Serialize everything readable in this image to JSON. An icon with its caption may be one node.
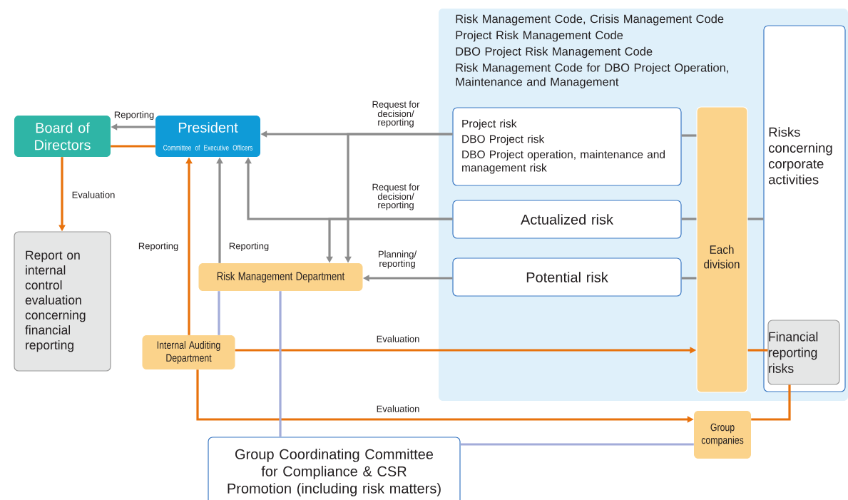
{
  "diagram": {
    "nodes": [
      {
        "text": [
          "Board of Directors"
        ]
      },
      {
        "text": [
          "President",
          "Committee of Executive Officers"
        ]
      },
      {
        "text": [
          "Report on internal control evaluation concerning financial reporting"
        ]
      },
      {
        "text": [
          "Risk Management Department"
        ]
      },
      {
        "text": [
          "Internal Auditing Department"
        ]
      },
      {
        "text": [
          "Risk Management Code, Crisis Management Code",
          "Project Risk Management Code",
          "DBO Project Risk Management Code",
          "Risk Management Code for DBO Project Operation, Maintenance and Management"
        ]
      },
      {
        "text": [
          "Project risk",
          "DBO Project risk",
          "DBO Project operation, maintenance and management risk"
        ],
        "in": 5
      },
      {
        "text": [
          "Actualized risk"
        ],
        "in": 5
      },
      {
        "text": [
          "Potential risk"
        ],
        "in": 5
      },
      {
        "text": [
          "Each division"
        ],
        "in": 5
      },
      {
        "text": [
          "Risks concerning corporate activities"
        ],
        "in": 5
      },
      {
        "text": [
          "Financial reporting risks"
        ],
        "in": 10
      },
      {
        "text": [
          "Group companies"
        ]
      },
      {
        "text": [
          "Group Coordinating Committee for Compliance & CSR Promotion (including risk matters)"
        ]
      }
    ],
    "edges": [
      {
        "from": 1,
        "to": 0,
        "arrow": "to",
        "label": "Reporting"
      },
      {
        "from": 0,
        "to": 1,
        "arrow": "none",
        "color": "#e8720c"
      },
      {
        "from": 0,
        "to": 2,
        "arrow": "to",
        "label": "Evaluation",
        "color": "#e8720c"
      },
      {
        "from": 6,
        "to": 1,
        "arrow": "to",
        "label": "Request for decision/ reporting"
      },
      {
        "from": 6,
        "to": 3,
        "arrow": "to"
      },
      {
        "from": 7,
        "to": 1,
        "arrow": "to",
        "label": "Request for decision/ reporting"
      },
      {
        "from": 7,
        "to": 3,
        "arrow": "to"
      },
      {
        "from": 8,
        "to": 3,
        "arrow": "to",
        "label": "Planning/ reporting"
      },
      {
        "from": 3,
        "to": 1,
        "arrow": "to",
        "label": "Reporting"
      },
      {
        "from": 4,
        "to": 1,
        "arrow": "to",
        "label": "Reporting",
        "color": "#e8720c"
      },
      {
        "from": 4,
        "to": 9,
        "arrow": "to",
        "label": "Evaluation",
        "color": "#e8720c"
      },
      {
        "from": 4,
        "to": 12,
        "arrow": "to",
        "label": "Evaluation",
        "color": "#e8720c"
      },
      {
        "from": 9,
        "to": 11,
        "arrow": "none",
        "color": "#e8720c"
      },
      {
        "from": 11,
        "to": 12,
        "arrow": "none",
        "color": "#e8720c"
      },
      {
        "from": 6,
        "to": 9,
        "arrow": "none"
      },
      {
        "from": 7,
        "to": 9,
        "arrow": "none"
      },
      {
        "from": 8,
        "to": 9,
        "arrow": "none"
      },
      {
        "from": 9,
        "to": 10,
        "arrow": "none"
      },
      {
        "from": 3,
        "to": 4,
        "arrow": "none",
        "color": "#a3acd9"
      },
      {
        "from": 3,
        "to": 13,
        "arrow": "none",
        "color": "#a3acd9"
      },
      {
        "from": 13,
        "to": 12,
        "arrow": "none",
        "color": "#a3acd9"
      }
    ]
  }
}
